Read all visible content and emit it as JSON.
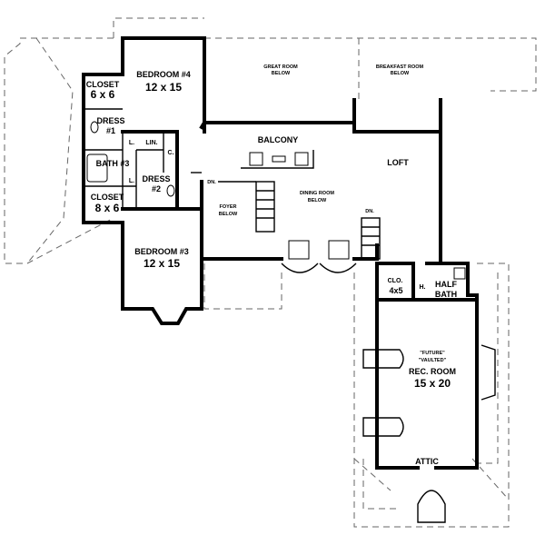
{
  "rooms": {
    "bedroom4": {
      "name": "BEDROOM #4",
      "size": "12 x 15"
    },
    "bedroom3": {
      "name": "BEDROOM #3",
      "size": "12 x 15"
    },
    "closet_top": {
      "name": "CLOSET",
      "size": "6 x 6"
    },
    "closet_bottom": {
      "name": "CLOSET",
      "size": "8 x 6"
    },
    "dress1": {
      "name": "DRESS",
      "num": "#1"
    },
    "dress2": {
      "name": "DRESS",
      "num": "#2"
    },
    "bath3": {
      "name": "BATH #3"
    },
    "lin": "LIN.",
    "l_top": "L.",
    "l_bottom": "L.",
    "c": "C.",
    "great_room": {
      "line1": "GREAT ROOM",
      "line2": "BELOW"
    },
    "breakfast_room": {
      "line1": "BREAKFAST ROOM",
      "line2": "BELOW"
    },
    "balcony": "BALCONY",
    "loft": "LOFT",
    "foyer": {
      "line1": "FOYER",
      "line2": "BELOW"
    },
    "dining_room": {
      "line1": "DINING ROOM",
      "line2": "BELOW"
    },
    "clo": {
      "name": "CLO.",
      "size": "4x5"
    },
    "h": "H.",
    "half_bath": {
      "line1": "HALF",
      "line2": "BATH"
    },
    "rec_room": {
      "note1": "\"FUTURE\"",
      "note2": "\"VAULTED\"",
      "name": "REC. ROOM",
      "size": "15 x 20"
    },
    "attic": "ATTIC"
  },
  "stairs": {
    "dn_left": "DN.",
    "dn_right": "DN."
  }
}
